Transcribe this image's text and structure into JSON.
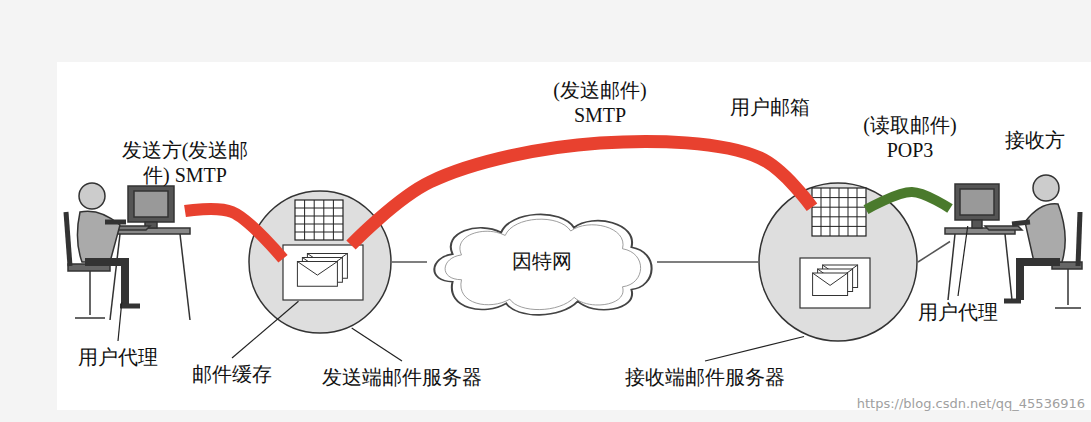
{
  "diagram": {
    "nodes": [
      {
        "text": [
          "用户代理"
        ]
      },
      {
        "text": [
          "发送端邮件服务器"
        ]
      },
      {
        "text": [
          "邮件缓存"
        ],
        "in": 1
      },
      {
        "text": [
          "因特网"
        ]
      },
      {
        "text": [
          "接收端邮件服务器"
        ]
      },
      {
        "text": [
          "用户邮箱"
        ],
        "in": 4
      },
      {
        "text": [
          "接收方",
          "用户代理"
        ]
      }
    ],
    "edges": [
      {
        "from": 0,
        "to": 2,
        "arrow": "none",
        "label": "发送方(发送邮件) SMTP"
      },
      {
        "from": 2,
        "to": 5,
        "arrow": "none",
        "label": "(发送邮件) SMTP"
      },
      {
        "from": 5,
        "to": 6,
        "arrow": "none",
        "label": "(读取邮件) POP3"
      },
      {
        "from": 1,
        "to": 3,
        "arrow": "none"
      },
      {
        "from": 3,
        "to": 4,
        "arrow": "none"
      },
      {
        "from": 4,
        "to": 6,
        "arrow": "none"
      }
    ],
    "labels": [
      "https://blog.csdn.net/qq_45536916"
    ]
  }
}
